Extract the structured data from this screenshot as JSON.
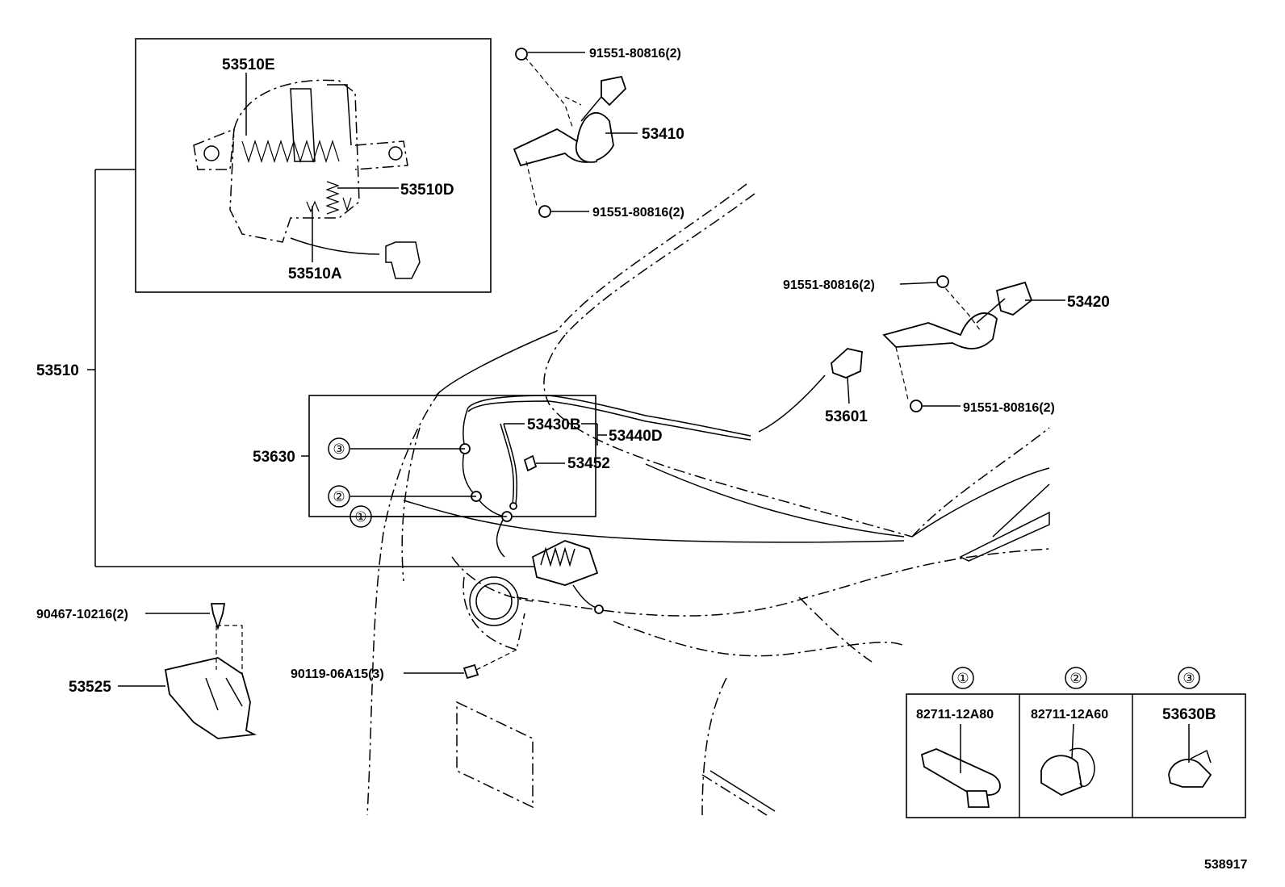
{
  "labels": {
    "p53510E": "53510E",
    "p53510D": "53510D",
    "p53510A": "53510A",
    "p53510": "53510",
    "p91551_a": "91551-80816(2)",
    "p53410": "53410",
    "p91551_b": "91551-80816(2)",
    "p91551_c": "91551-80816(2)",
    "p53420": "53420",
    "p91551_d": "91551-80816(2)",
    "p53601": "53601",
    "p53430B": "53430B",
    "p53440D": "53440D",
    "p53452": "53452",
    "p53630": "53630",
    "p90467": "90467-10216(2)",
    "p53525": "53525",
    "p90119": "90119-06A15(3)",
    "drawing_number": "538917"
  },
  "callouts": {
    "c1": "①",
    "c2": "②",
    "c3": "③"
  },
  "clip_table": [
    {
      "marker": "①",
      "part": "82711-12A80"
    },
    {
      "marker": "②",
      "part": "82711-12A60"
    },
    {
      "marker": "③",
      "part": "53630B"
    }
  ]
}
